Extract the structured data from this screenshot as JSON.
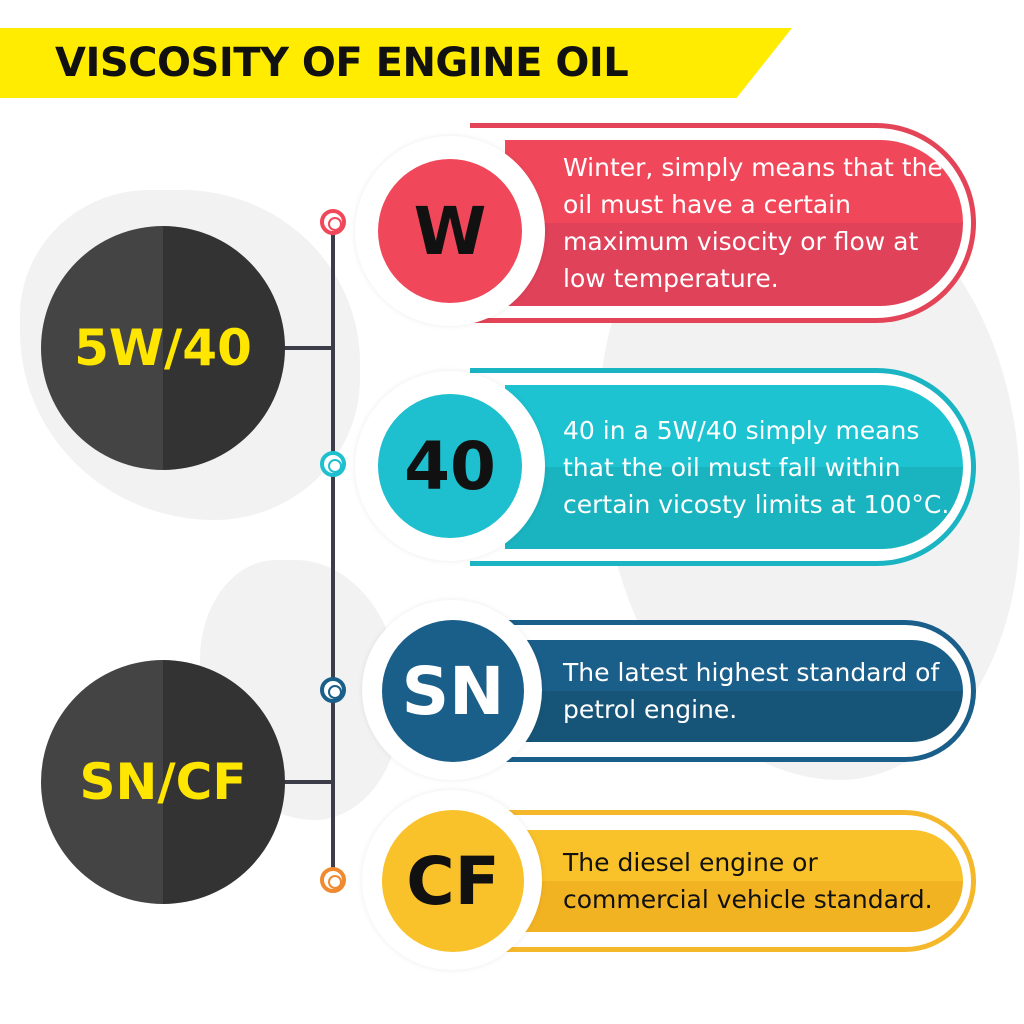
{
  "title": "VISCOSITY OF ENGINE OIL",
  "groups": [
    {
      "label": "5W/40"
    },
    {
      "label": "SN/CF"
    }
  ],
  "items": [
    {
      "code": "W",
      "description": "Winter, simply means that the oil must have a certain maximum visocity or flow at low temperature.",
      "color": "#F0485A",
      "text_color": "#ffffff",
      "code_color": "#111111"
    },
    {
      "code": "40",
      "description": "40 in a 5W/40 simply means that the oil must fall within certain vicosty limits at 100°C.",
      "color": "#1EBFCF",
      "text_color": "#ffffff",
      "code_color": "#111111"
    },
    {
      "code": "SN",
      "description": "The latest highest standard of petrol engine.",
      "color": "#1A5E8A",
      "text_color": "#ffffff",
      "code_color": "#ffffff"
    },
    {
      "code": "CF",
      "description": "The diesel engine or commercial vehicle standard.",
      "color": "#F9C22A",
      "text_color": "#111111",
      "code_color": "#111111"
    }
  ],
  "dot_colors": [
    "#F0485A",
    "#1EBFCF",
    "#1A5E8A",
    "#F08A30"
  ]
}
